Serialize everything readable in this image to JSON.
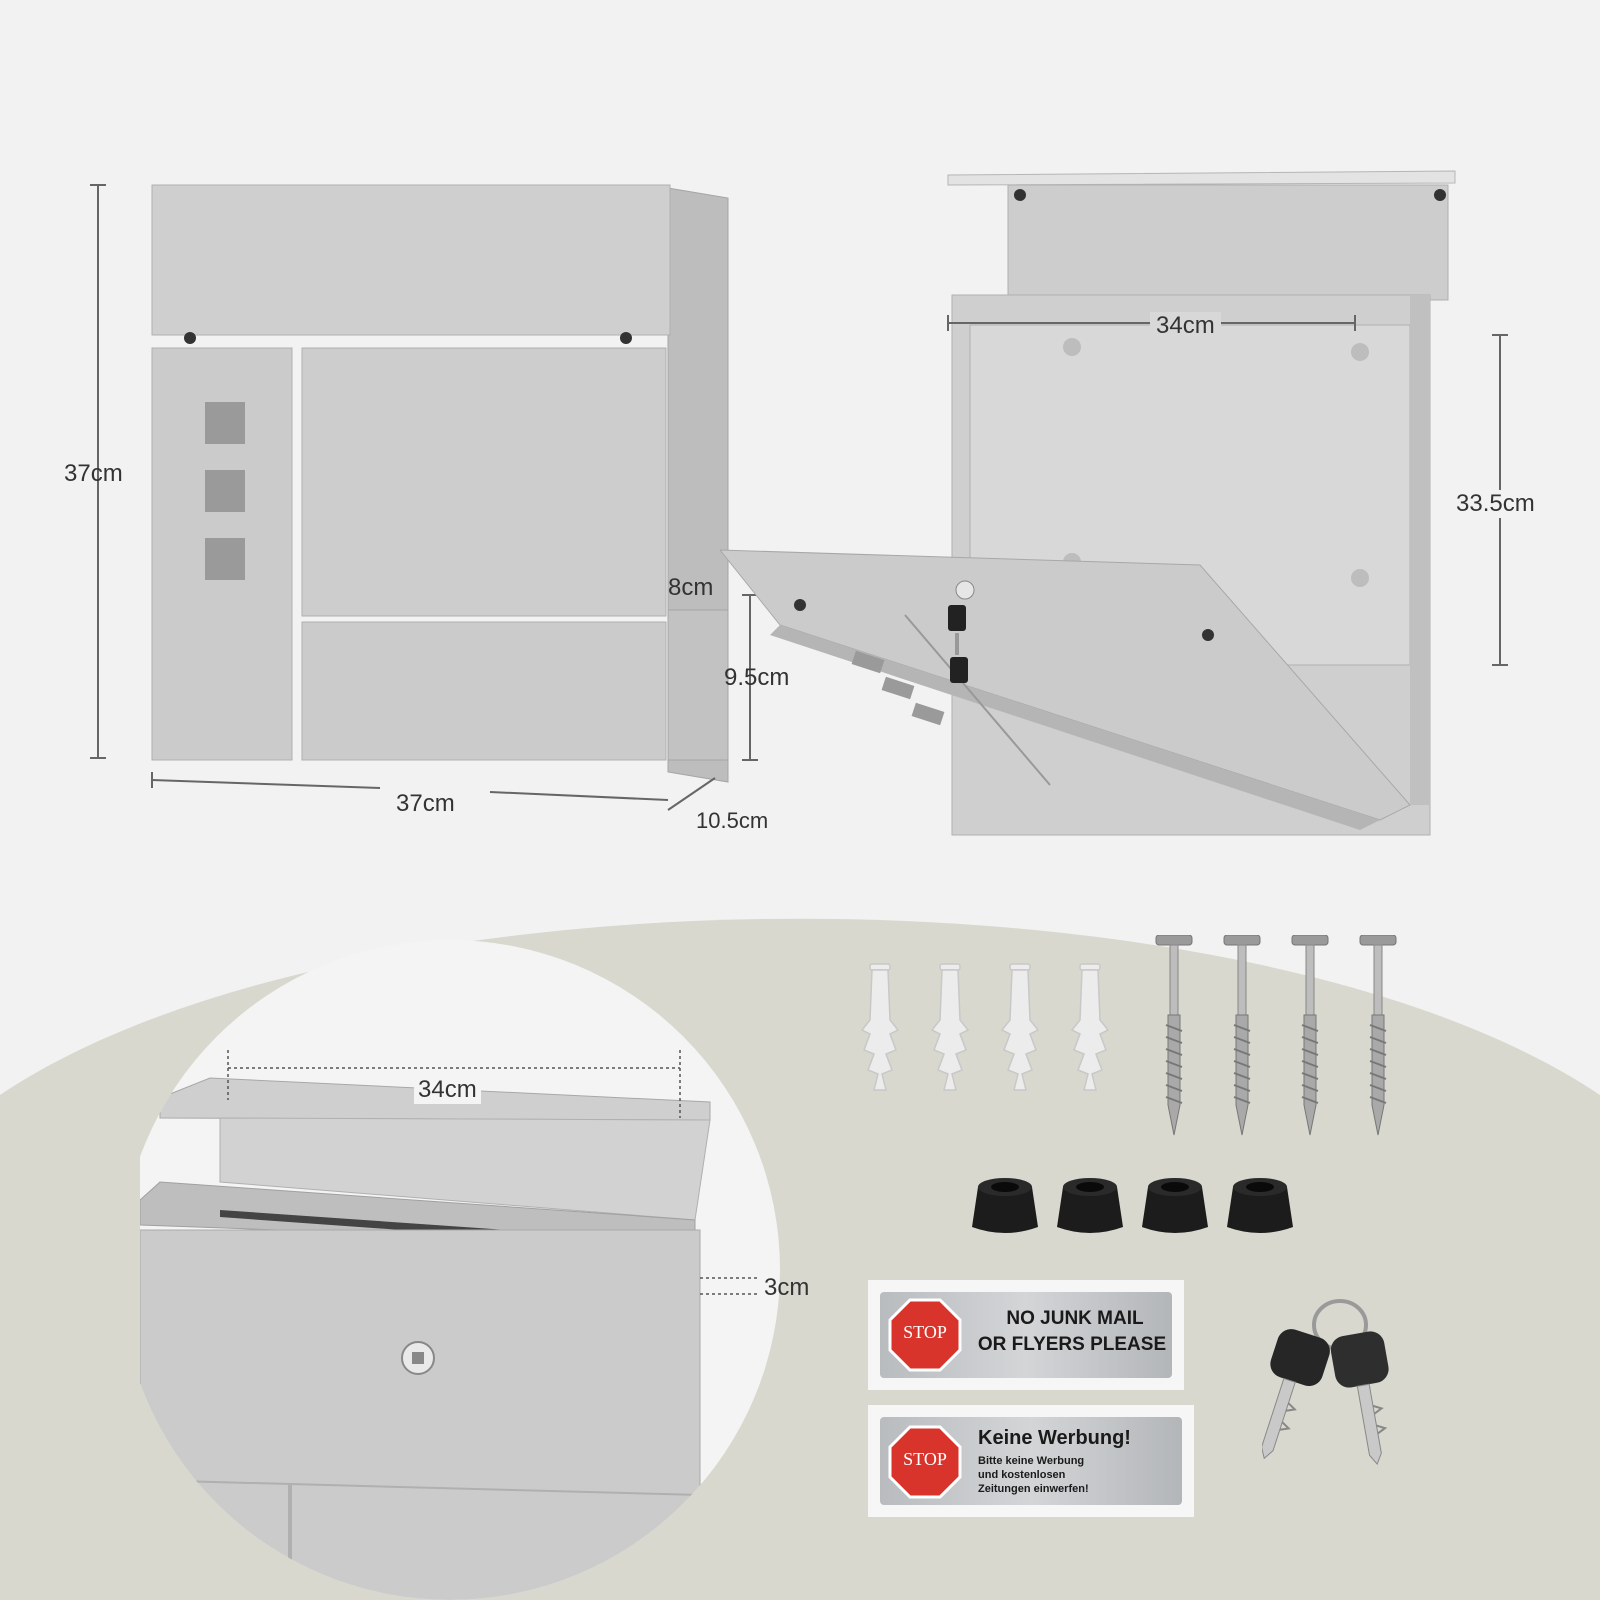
{
  "dimensions": {
    "height_front": "37cm",
    "width_front": "37cm",
    "depth_front": "10.5cm",
    "slot_opening": "8cm",
    "lower_door": "9.5cm",
    "inner_width": "34cm",
    "inner_height": "33.5cm",
    "detail_width": "34cm",
    "detail_slot": "3cm"
  },
  "stickers": {
    "english": {
      "stop": "STOP",
      "line1": "NO JUNK MAIL",
      "line2": "OR FLYERS PLEASE"
    },
    "german": {
      "stop": "STOP",
      "title": "Keine Werbung!",
      "line1": "Bitte keine Werbung",
      "line2": "und kostenlosen",
      "line3": "Zeitungen einwerfen!"
    }
  },
  "colors": {
    "mailbox_gray": "#c9c9c9",
    "stop_red": "#d8342c",
    "sticker_silver": "#b9bcbf",
    "background": "#f2f2f2",
    "curve": "#d8d8ce"
  }
}
